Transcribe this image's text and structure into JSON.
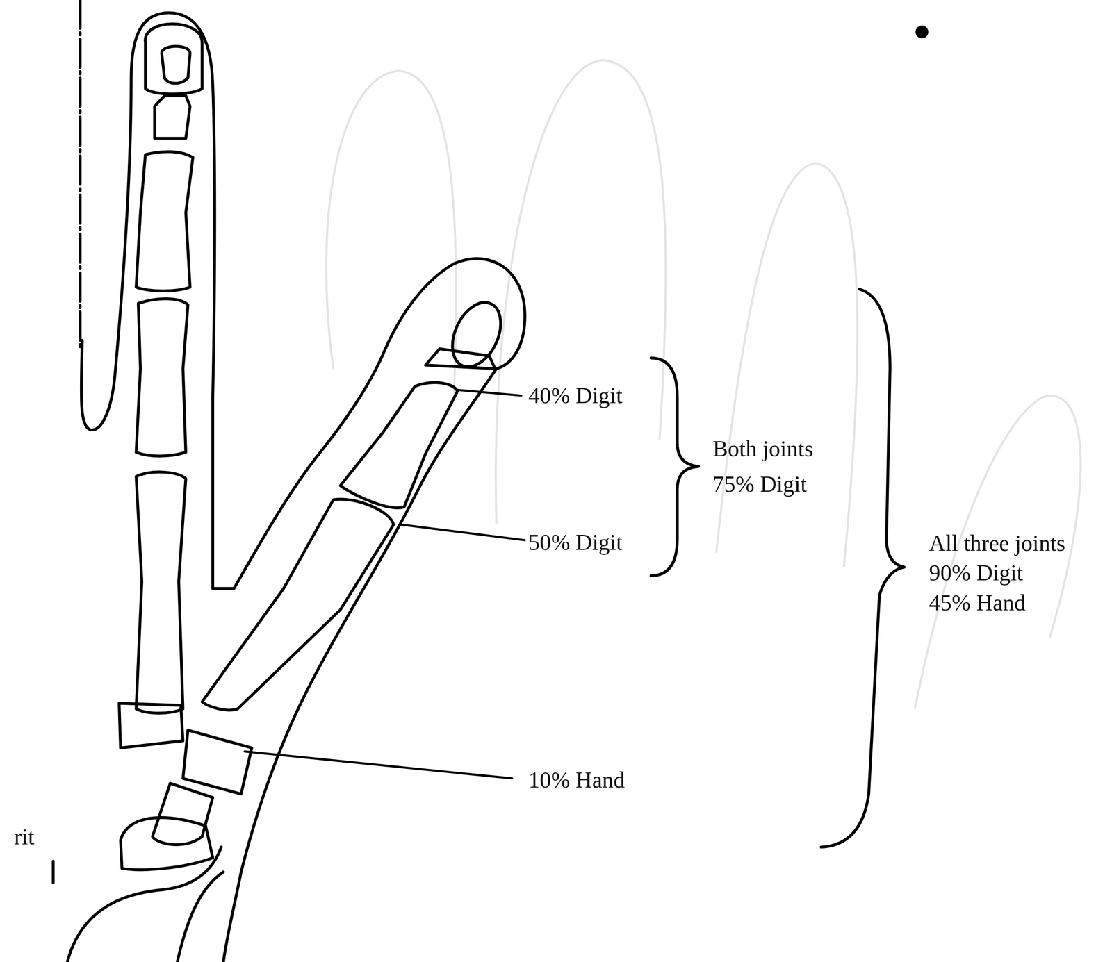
{
  "diagram": {
    "labels": [
      "40% Digit",
      "50% Digit",
      "Both joints",
      "75% Digit",
      "All three joints",
      "90% Digit",
      "45% Hand",
      "10% Hand",
      "rit"
    ]
  }
}
